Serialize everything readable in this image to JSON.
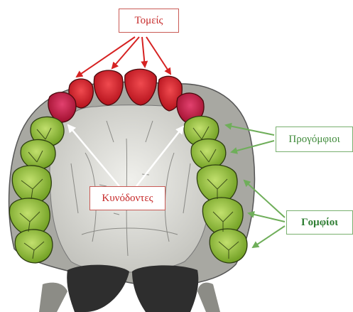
{
  "labels": {
    "incisors": "Τομείς",
    "canines": "Κυνόδοντες",
    "premolars": "Προγόμφιοι",
    "molars": "Γομφίοι"
  },
  "colors": {
    "incisors": "#d5262e",
    "canines": "#c8184a",
    "premolars": "#9ac435",
    "molars": "#8cc232",
    "red_arrow": "#d62222",
    "green_arrow": "#6fae5a",
    "white_arrow": "#ffffff",
    "palate": "#dcdcd7",
    "gum": "#9c9c96"
  }
}
